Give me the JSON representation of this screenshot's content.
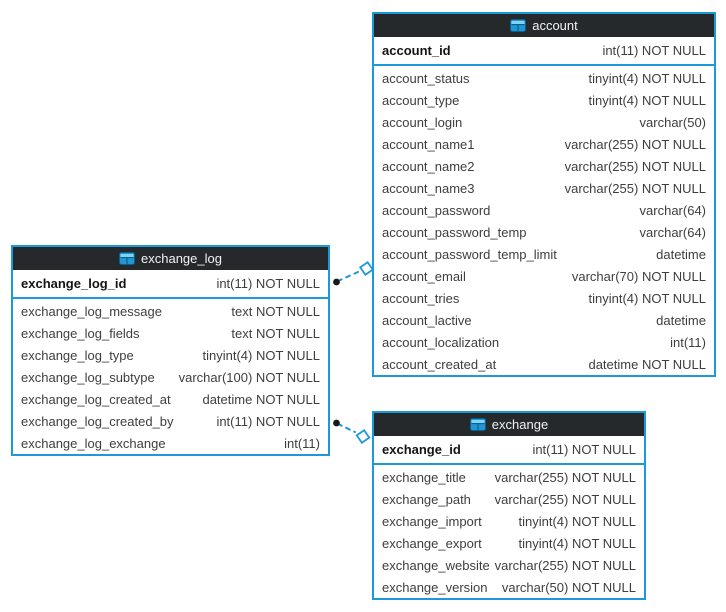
{
  "diagram": {
    "colors": {
      "accent_blue": "#1c99d6",
      "table_header_bg": "#26292b",
      "table_header_text": "#f0f2f3",
      "row_text": "#3e3e3e"
    },
    "tables": [
      {
        "name": "exchange_log",
        "primary_key": {
          "name": "exchange_log_id",
          "type": "int(11) NOT NULL"
        },
        "columns": [
          {
            "name": "exchange_log_message",
            "type": "text NOT NULL"
          },
          {
            "name": "exchange_log_fields",
            "type": "text NOT NULL"
          },
          {
            "name": "exchange_log_type",
            "type": "tinyint(4) NOT NULL"
          },
          {
            "name": "exchange_log_subtype",
            "type": "varchar(100) NOT NULL"
          },
          {
            "name": "exchange_log_created_at",
            "type": "datetime NOT NULL"
          },
          {
            "name": "exchange_log_created_by",
            "type": "int(11) NOT NULL"
          },
          {
            "name": "exchange_log_exchange",
            "type": "int(11)"
          }
        ]
      },
      {
        "name": "account",
        "primary_key": {
          "name": "account_id",
          "type": "int(11) NOT NULL"
        },
        "columns": [
          {
            "name": "account_status",
            "type": "tinyint(4) NOT NULL"
          },
          {
            "name": "account_type",
            "type": "tinyint(4) NOT NULL"
          },
          {
            "name": "account_login",
            "type": "varchar(50)"
          },
          {
            "name": "account_name1",
            "type": "varchar(255) NOT NULL"
          },
          {
            "name": "account_name2",
            "type": "varchar(255) NOT NULL"
          },
          {
            "name": "account_name3",
            "type": "varchar(255) NOT NULL"
          },
          {
            "name": "account_password",
            "type": "varchar(64)"
          },
          {
            "name": "account_password_temp",
            "type": "varchar(64)"
          },
          {
            "name": "account_password_temp_limit",
            "type": "datetime"
          },
          {
            "name": "account_email",
            "type": "varchar(70) NOT NULL"
          },
          {
            "name": "account_tries",
            "type": "tinyint(4) NOT NULL"
          },
          {
            "name": "account_lactive",
            "type": "datetime"
          },
          {
            "name": "account_localization",
            "type": "int(11)"
          },
          {
            "name": "account_created_at",
            "type": "datetime NOT NULL"
          }
        ]
      },
      {
        "name": "exchange",
        "primary_key": {
          "name": "exchange_id",
          "type": "int(11) NOT NULL"
        },
        "columns": [
          {
            "name": "exchange_title",
            "type": "varchar(255) NOT NULL"
          },
          {
            "name": "exchange_path",
            "type": "varchar(255) NOT NULL"
          },
          {
            "name": "exchange_import",
            "type": "tinyint(4) NOT NULL"
          },
          {
            "name": "exchange_export",
            "type": "tinyint(4) NOT NULL"
          },
          {
            "name": "exchange_website",
            "type": "varchar(255) NOT NULL"
          },
          {
            "name": "exchange_version",
            "type": "varchar(50) NOT NULL"
          }
        ]
      }
    ],
    "relationships": [
      {
        "from_table": "exchange_log",
        "to_table": "account",
        "line_style": "dashed"
      },
      {
        "from_table": "exchange_log",
        "to_table": "exchange",
        "line_style": "dashed"
      }
    ]
  }
}
